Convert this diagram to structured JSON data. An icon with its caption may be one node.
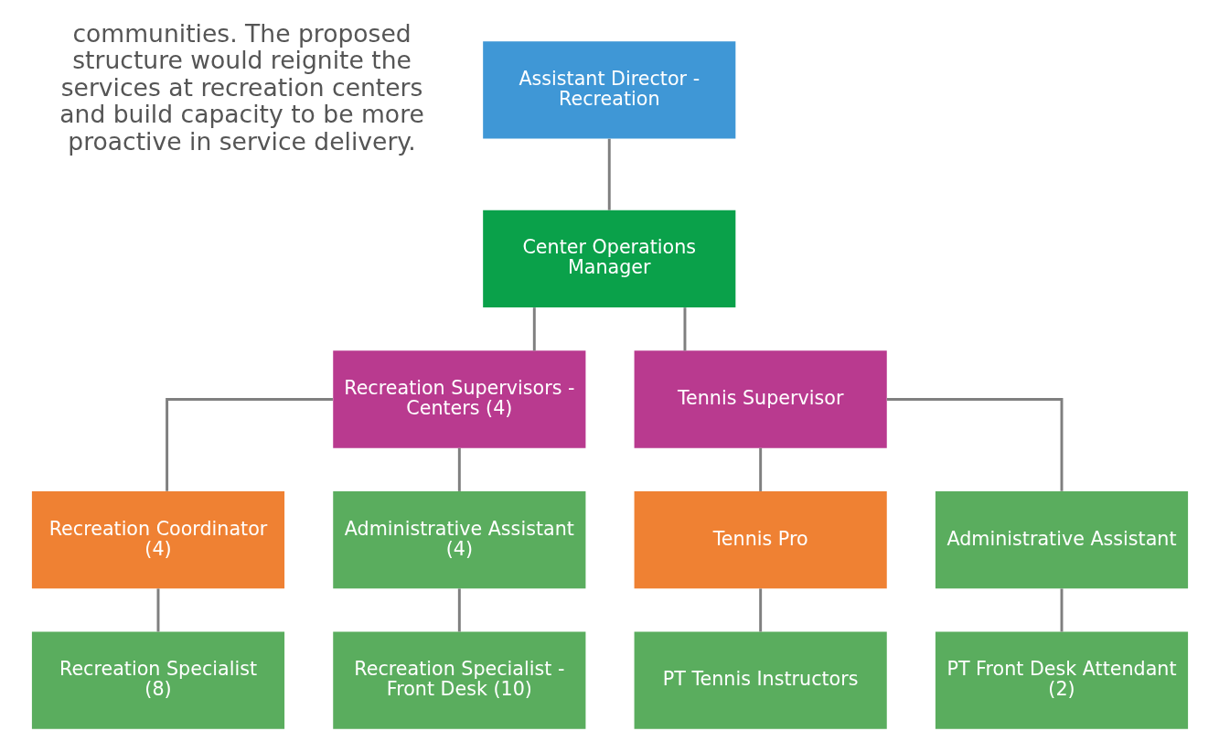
{
  "diagram": {
    "nodes": [
      {
        "text": [
          "Assistant Director - Recreation"
        ]
      },
      {
        "text": [
          "Center Operations Manager"
        ]
      },
      {
        "text": [
          "Recreation Supervisors - Centers (4)"
        ]
      },
      {
        "text": [
          "Tennis Supervisor"
        ]
      },
      {
        "text": [
          "Recreation Coordinator (4)"
        ]
      },
      {
        "text": [
          "Administrative Assistant (4)"
        ]
      },
      {
        "text": [
          "Tennis Pro"
        ]
      },
      {
        "text": [
          "Administrative Assistant"
        ]
      },
      {
        "text": [
          "Recreation Specialist (8)"
        ]
      },
      {
        "text": [
          "Recreation Specialist - Front Desk (10)"
        ]
      },
      {
        "text": [
          "PT Tennis Instructors"
        ]
      },
      {
        "text": [
          "PT Front Desk Attendant (2)"
        ]
      }
    ],
    "edges": [
      {
        "from": 0,
        "to": 1,
        "arrow": "none"
      },
      {
        "from": 1,
        "to": 2,
        "arrow": "none"
      },
      {
        "from": 1,
        "to": 3,
        "arrow": "none"
      },
      {
        "from": 2,
        "to": 4,
        "arrow": "none"
      },
      {
        "from": 2,
        "to": 5,
        "arrow": "none"
      },
      {
        "from": 3,
        "to": 6,
        "arrow": "none"
      },
      {
        "from": 3,
        "to": 7,
        "arrow": "none"
      },
      {
        "from": 4,
        "to": 8,
        "arrow": "none"
      },
      {
        "from": 5,
        "to": 9,
        "arrow": "none"
      },
      {
        "from": 6,
        "to": 10,
        "arrow": "none"
      },
      {
        "from": 7,
        "to": 11,
        "arrow": "none"
      }
    ],
    "labels": [
      "communities. The proposed structure would reignite the services at recreation centers and build capacity to be more proactive in service delivery."
    ]
  }
}
